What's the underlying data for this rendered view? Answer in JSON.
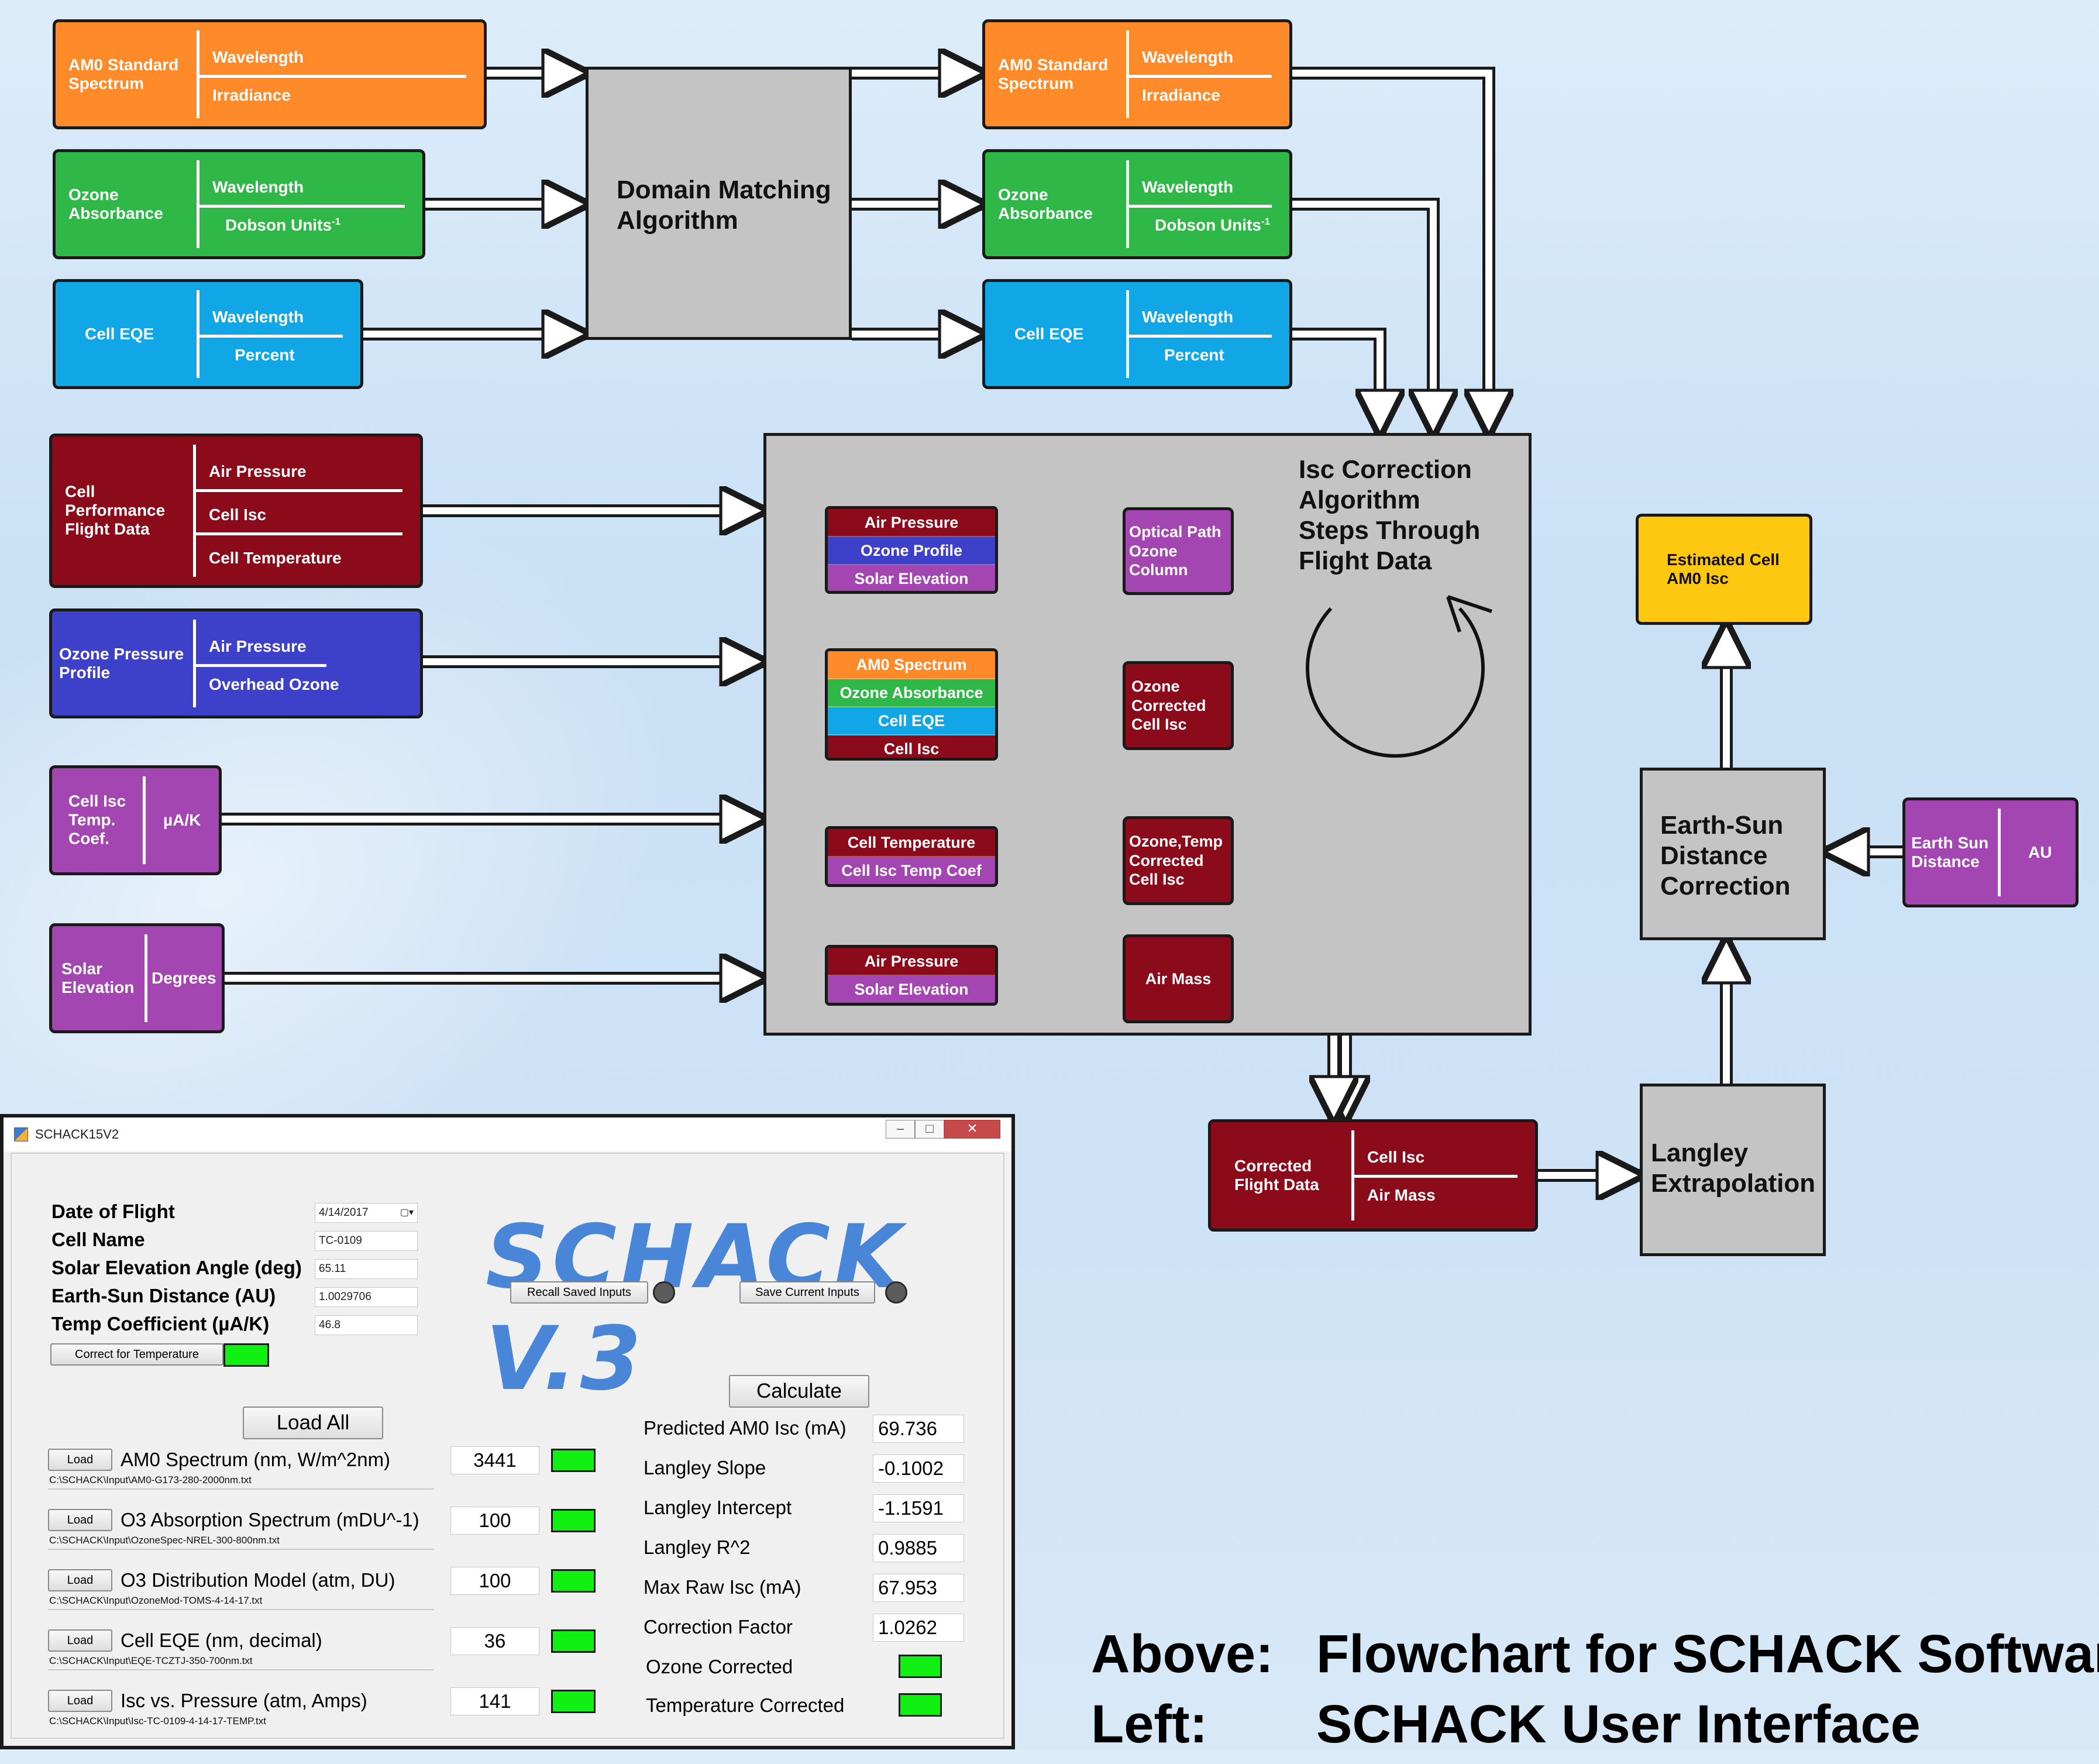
{
  "colors": {
    "orange": "#fe8a2a",
    "green": "#2fb847",
    "cyan": "#11a6e6",
    "maroon": "#8b0b1b",
    "indigo": "#3d40c9",
    "purple": "#a446b1",
    "yellow": "#fec810",
    "gray": "#c4c4c4",
    "led_on": "#12ef12",
    "title_blue": "#4a86d8"
  },
  "inputs": {
    "am0": {
      "label": "AM0 Standard\nSpectrum",
      "fields": [
        "Wavelength",
        "Irradiance"
      ]
    },
    "ozone_abs": {
      "label": "Ozone\nAbsorbance",
      "fields": [
        "Wavelength",
        "Dobson Units"
      ],
      "sup": "-1"
    },
    "cell_eqe": {
      "label": "Cell EQE",
      "fields": [
        "Wavelength",
        "Percent"
      ]
    },
    "flight": {
      "label": "Cell\nPerformance\nFlight Data",
      "fields": [
        "Air Pressure",
        "Cell Isc",
        "Cell Temperature"
      ]
    },
    "ozone_profile": {
      "label": "Ozone Pressure\nProfile",
      "fields": [
        "Air Pressure",
        "Overhead Ozone"
      ]
    },
    "temp_coef": {
      "label": "Cell Isc\nTemp.\nCoef.",
      "unit": "µA/K"
    },
    "solar_elev": {
      "label": "Solar\nElevation",
      "unit": "Degrees"
    },
    "earth_sun": {
      "label": "Earth Sun\nDistance",
      "unit": "AU"
    }
  },
  "outputs_matched": {
    "am0": {
      "label": "AM0 Standard\nSpectrum",
      "fields": [
        "Wavelength",
        "Irradiance"
      ]
    },
    "ozone_abs": {
      "label": "Ozone\nAbsorbance",
      "fields": [
        "Wavelength",
        "Dobson Units"
      ],
      "sup": "-1"
    },
    "cell_eqe": {
      "label": "Cell EQE",
      "fields": [
        "Wavelength",
        "Percent"
      ]
    }
  },
  "domain_matching": "Domain Matching\nAlgorithm",
  "isc_correction": {
    "title": "Isc Correction\nAlgorithm\nSteps Through\nFlight Data",
    "stacks": [
      [
        "Air Pressure",
        "Ozone Profile",
        "Solar Elevation"
      ],
      [
        "AM0 Spectrum",
        "Ozone Absorbance",
        "Cell EQE",
        "Cell Isc"
      ],
      [
        "Cell Temperature",
        "Cell Isc Temp Coef"
      ],
      [
        "Air Pressure",
        "Solar Elevation"
      ]
    ],
    "nodes": {
      "optical": "Optical Path\nOzone\nColumn",
      "ozone_corr": "Ozone\nCorrected\nCell Isc",
      "ozone_temp": "Ozone,Temp\nCorrected\nCell Isc",
      "air_mass": "Air Mass"
    }
  },
  "corrected_flight": {
    "label": "Corrected\nFlight Data",
    "fields": [
      "Cell Isc",
      "Air Mass"
    ]
  },
  "langley": "Langley\nExtrapolation",
  "earth_sun_corr": "Earth-Sun\nDistance\nCorrection",
  "estimated": "Estimated Cell\nAM0 Isc",
  "caption": {
    "above_tag": "Above:",
    "above_text": "Flowchart for SCHACK Software",
    "left_tag": "Left:",
    "left_text": "SCHACK User Interface"
  },
  "window": {
    "title": "SCHACK15V2",
    "app_title": "SCHACK V.3",
    "fields": [
      {
        "label": "Date of Flight",
        "value": "4/14/2017"
      },
      {
        "label": "Cell Name",
        "value": "TC-0109"
      },
      {
        "label": "Solar Elevation Angle (deg)",
        "value": "65.11"
      },
      {
        "label": "Earth-Sun Distance (AU)",
        "value": "1.0029706"
      },
      {
        "label": "Temp Coefficient (µA/K)",
        "value": "46.8"
      }
    ],
    "correct_temp_btn": "Correct for Temperature",
    "recall_btn": "Recall Saved Inputs",
    "save_btn": "Save Current Inputs",
    "load_all_btn": "Load All",
    "load_btn": "Load",
    "files": [
      {
        "label": "AM0 Spectrum (nm, W/m^2nm)",
        "count": "3441",
        "path": "C:\\SCHACK\\Input\\AM0-G173-280-2000nm.txt"
      },
      {
        "label": "O3 Absorption Spectrum (mDU^-1)",
        "count": "100",
        "path": "C:\\SCHACK\\Input\\OzoneSpec-NREL-300-800nm.txt"
      },
      {
        "label": "O3 Distribution Model (atm, DU)",
        "count": "100",
        "path": "C:\\SCHACK\\Input\\OzoneMod-TOMS-4-14-17.txt"
      },
      {
        "label": "Cell EQE (nm, decimal)",
        "count": "36",
        "path": "C:\\SCHACK\\Input\\EQE-TCZTJ-350-700nm.txt"
      },
      {
        "label": "Isc vs. Pressure (atm, Amps)",
        "count": "141",
        "path": "C:\\SCHACK\\Input\\Isc-TC-0109-4-14-17-TEMP.txt"
      }
    ],
    "calculate_btn": "Calculate",
    "results": [
      {
        "label": "Predicted AM0 Isc (mA)",
        "value": "69.736"
      },
      {
        "label": "Langley Slope",
        "value": "-0.1002"
      },
      {
        "label": "Langley Intercept",
        "value": "-1.1591"
      },
      {
        "label": "Langley R^2",
        "value": "0.9885"
      },
      {
        "label": "Max Raw Isc (mA)",
        "value": "67.953"
      },
      {
        "label": "Correction Factor",
        "value": "1.0262"
      }
    ],
    "status": [
      "Ozone Corrected",
      "Temperature Corrected"
    ]
  }
}
